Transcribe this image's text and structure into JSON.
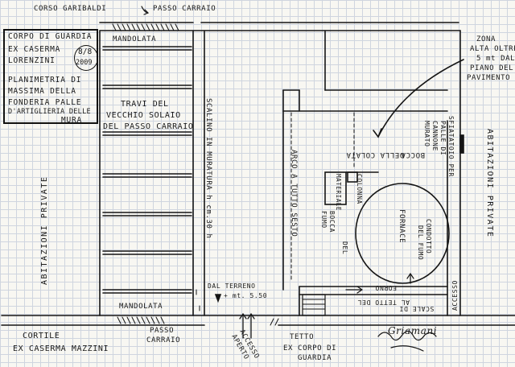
{
  "title_block": {
    "lines": [
      "CORPO DI GUARDIA",
      "EX CASERMA",
      "LORENZINI",
      "PLANIMETRIA DI",
      "MASSIMA DELLA",
      "FONDERIA PALLE",
      "D'ARTIGLIERIA DELLE",
      "MURA"
    ],
    "date_day_month": "8/8",
    "date_year": "2009"
  },
  "labels": {
    "corso_garibaldi": "CORSO GARIBALDI",
    "passo_carraio_top": "PASSO CARRAIO",
    "mandolata_top": "MANDOLATA",
    "mandolata_bottom": "MANDOLATA",
    "travi_1": "TRAVI DEL",
    "travi_2": "VECCHIO SOLAIO",
    "travi_3": "DEL PASSO CARRAIO",
    "scalino": "SCALINO IN MURATURA h cm.30 h",
    "abitazioni_left": "ABITAZIONI PRIVATE",
    "abitazioni_right": "ABITAZIONI PRIVATE",
    "arco": "ARCO A TUTTO SESTO",
    "bocca_colata_1": "BOCCA",
    "bocca_colata_2": "DELLA COLATA",
    "zona_1": "ZONA",
    "zona_2": "ALTA OLTRE",
    "zona_3": "5 mt DAL",
    "zona_4": "PIANO DEL",
    "zona_5": "PAVIMENTO",
    "sfiatatoio_1": "SFIATATOIO PER",
    "sfiatatoio_2": "PALLE DI",
    "sfiatatoio_3": "CANNONE",
    "sfiatatoio_4": "MURATO",
    "colonna": "COLONNA",
    "materiale": "MATERIALE",
    "bocca_fumo_1": "BOCCA",
    "bocca_fumo_2": "DEL",
    "bocca_fumo_3": "FUMO",
    "fornace": "FORNACE",
    "condotto_1": "CONDOTTO",
    "condotto_2": "DEL FUMO",
    "accesso_forno_1": "ACCESSO",
    "accesso_forno_2": "AL TETTO DEL",
    "accesso_forno_3": "FORNO",
    "scale": "SCALE DI",
    "dal_terreno_1": "DAL TERRENO",
    "dal_terreno_2": "+ mt. 5.50",
    "accesso_aperto_1": "ACCESSO",
    "accesso_aperto_2": "APERTO",
    "cortile_1": "CORTILE",
    "cortile_2": "EX CASERMA MAZZINI",
    "passo_carraio_bottom_1": "PASSO",
    "passo_carraio_bottom_2": "CARRAIO",
    "tetto_1": "TETTO",
    "tetto_2": "EX CORPO DI",
    "tetto_3": "GUARDIA",
    "signature": "Griamani"
  },
  "colors": {
    "ink": "#151515",
    "grid": "#cfd5df",
    "paper": "#f8f7f2"
  }
}
